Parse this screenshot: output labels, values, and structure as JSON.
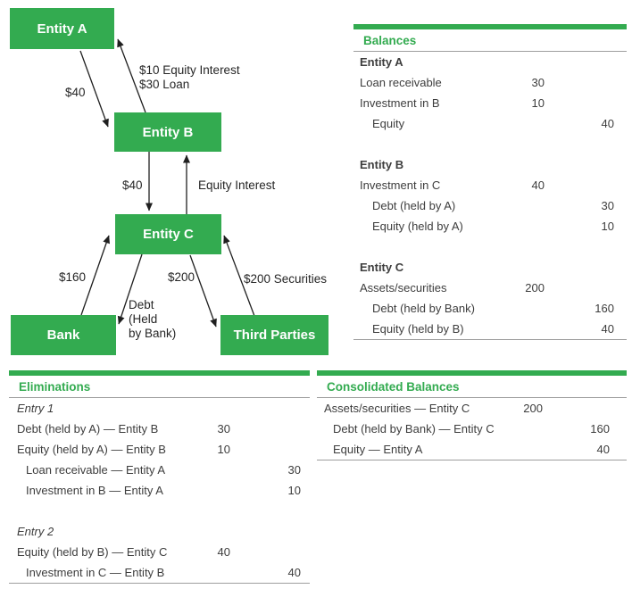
{
  "colors": {
    "green": "#33ab50",
    "text": "#3d3d3d",
    "rule": "#9e9e9e",
    "arrow": "#1f1f1f"
  },
  "diagram": {
    "nodes": [
      {
        "label": "Entity A"
      },
      {
        "label": "Entity B"
      },
      {
        "label": "Entity C"
      },
      {
        "label": "Bank"
      },
      {
        "label": "Third Parties"
      }
    ],
    "edge_labels": {
      "a_to_b_amount": "$40",
      "b_to_a_line1": "$10 Equity Interest",
      "b_to_a_line2": "$30 Loan",
      "b_to_c_amount": "$40",
      "c_to_b_label": "Equity Interest",
      "bank_to_c_amount": "$160",
      "c_to_bank_line1": "Debt",
      "c_to_bank_line2": "(Held",
      "c_to_bank_line3": "by Bank)",
      "c_to_third_amount": "$200",
      "third_to_c_label": "$200 Securities"
    }
  },
  "balances": {
    "title": "Balances",
    "rows": [
      {
        "label": "Entity A"
      },
      {
        "label": "Loan receivable",
        "debit": "30"
      },
      {
        "label": "Investment in B",
        "debit": "10"
      },
      {
        "label": "Equity",
        "credit": "40"
      },
      {
        "label": ""
      },
      {
        "label": "Entity B"
      },
      {
        "label": "Investment in C",
        "debit": "40"
      },
      {
        "label": "Debt (held by A)",
        "credit": "30"
      },
      {
        "label": "Equity (held by A)",
        "credit": "10"
      },
      {
        "label": ""
      },
      {
        "label": "Entity C"
      },
      {
        "label": "Assets/securities",
        "debit": "200"
      },
      {
        "label": "Debt (held by Bank)",
        "credit": "160"
      },
      {
        "label": "Equity (held by B)",
        "credit": "40"
      }
    ]
  },
  "eliminations": {
    "title": "Eliminations",
    "rows": [
      {
        "label": "Entry 1"
      },
      {
        "label": "Debt (held by A) — Entity B",
        "debit": "30"
      },
      {
        "label": "Equity (held by A) — Entity B",
        "debit": "10"
      },
      {
        "label": "Loan receivable — Entity A",
        "credit": "30"
      },
      {
        "label": "Investment in B — Entity A",
        "credit": "10"
      },
      {
        "label": ""
      },
      {
        "label": "Entry 2"
      },
      {
        "label": "Equity (held by B) — Entity C",
        "debit": "40"
      },
      {
        "label": "Investment in C — Entity B",
        "credit": "40"
      }
    ]
  },
  "consolidated": {
    "title": "Consolidated Balances",
    "rows": [
      {
        "label": "Assets/securities — Entity C",
        "debit": "200"
      },
      {
        "label": "Debt (held by Bank) — Entity C",
        "credit": "160"
      },
      {
        "label": "Equity — Entity A",
        "credit": "40"
      }
    ]
  }
}
